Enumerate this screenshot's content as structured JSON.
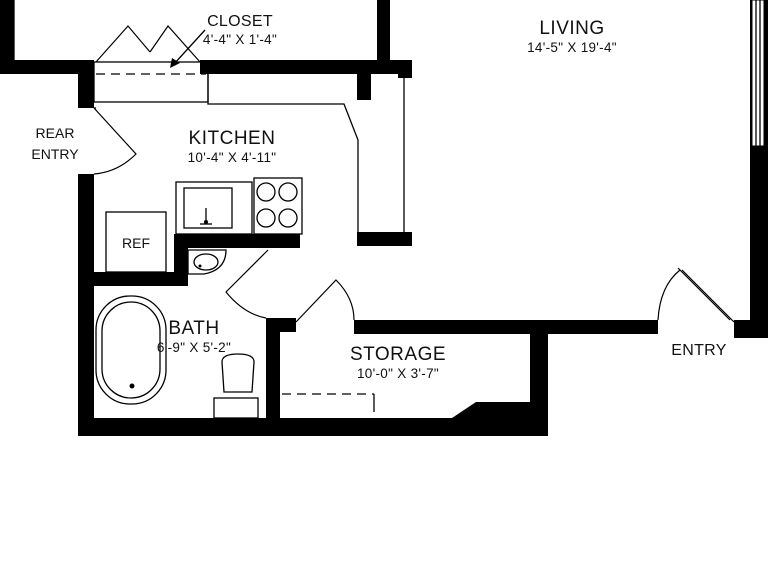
{
  "rooms": {
    "closet": {
      "name": "CLOSET",
      "dims": "4'-4\" X 1'-4\""
    },
    "living": {
      "name": "LIVING",
      "dims": "14'-5\" X 19'-4\""
    },
    "kitchen": {
      "name": "KITCHEN",
      "dims": "10'-4\" X 4'-11\""
    },
    "bath": {
      "name": "BATH",
      "dims": "6'-9\" X 5'-2\""
    },
    "storage": {
      "name": "STORAGE",
      "dims": "10'-0\" X 3'-7\""
    }
  },
  "labels": {
    "rear_entry_line1": "REAR",
    "rear_entry_line2": "ENTRY",
    "entry": "ENTRY",
    "ref": "REF"
  }
}
